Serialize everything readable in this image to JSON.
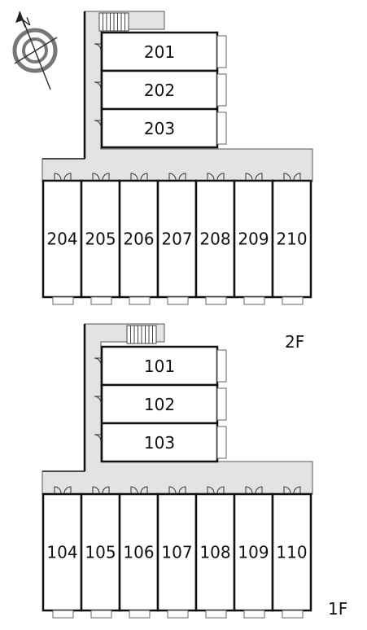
{
  "compass": {
    "north_label": "N",
    "icon": "compass-rose-icon"
  },
  "floors": [
    {
      "id": "2F",
      "label": "2F",
      "upper_units": [
        "201",
        "202",
        "203"
      ],
      "lower_units": [
        "204",
        "205",
        "206",
        "207",
        "208",
        "209",
        "210"
      ]
    },
    {
      "id": "1F",
      "label": "1F",
      "upper_units": [
        "101",
        "102",
        "103"
      ],
      "lower_units": [
        "104",
        "105",
        "106",
        "107",
        "108",
        "109",
        "110"
      ]
    }
  ],
  "colors": {
    "corridor": "#e3e3e3",
    "wall": "#111111",
    "unit_fill": "#ffffff"
  }
}
